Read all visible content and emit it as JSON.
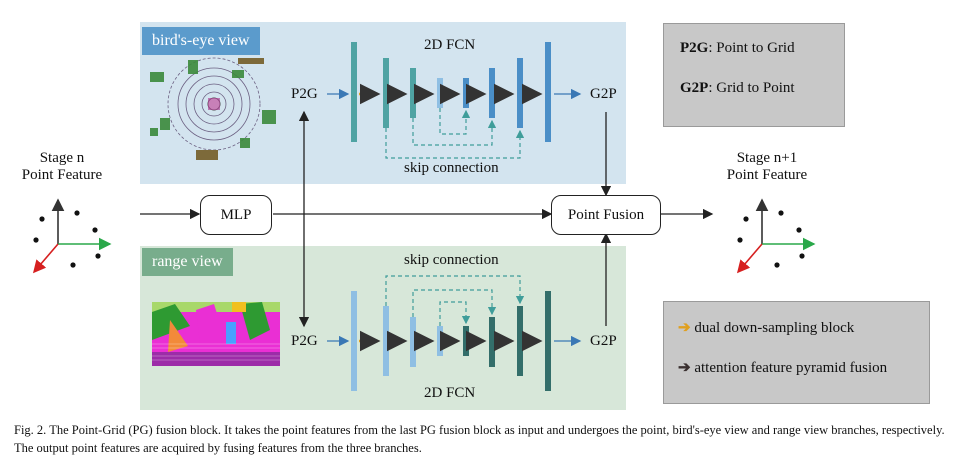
{
  "bev": {
    "tag": "bird's-eye view",
    "fcn": "2D FCN",
    "skip": "skip connection",
    "p2g": "P2G",
    "g2p": "G2P"
  },
  "range": {
    "tag": "range view",
    "fcn": "2D FCN",
    "skip": "skip connection",
    "p2g": "P2G",
    "g2p": "G2P"
  },
  "input": {
    "line1": "Stage n",
    "line2": "Point Feature"
  },
  "output": {
    "line1": "Stage n+1",
    "line2": "Point Feature"
  },
  "mlp": "MLP",
  "fusion": "Point Fusion",
  "legend_top": {
    "item1_abbr": "P2G",
    "item1_text": ": Point to Grid",
    "item2_abbr": "G2P",
    "item2_text": ": Grid to Point"
  },
  "legend_bottom": {
    "item1": "dual down-sampling block",
    "item2": "attention feature pyramid fusion"
  },
  "caption": "Fig. 2.   The Point-Grid (PG) fusion block. It takes the point features from the last PG fusion block as input and undergoes the point, bird's-eye view and range view branches, respectively. The output point features are acquired by fusing features from the three branches.",
  "colors": {
    "bev_bg": "#d3e4ef",
    "range_bg": "#d7e7d9",
    "bev_tag": "#5b9bcc",
    "range_tag": "#78ad8c",
    "orange_arrow": "#e0a020",
    "dark_arrow": "#3a3030",
    "teal_bar": "#4fa3a3",
    "blue_bar": "#4a8ec7",
    "light_blue_bar": "#8fbfe3",
    "dark_teal_bar": "#336e6a"
  }
}
